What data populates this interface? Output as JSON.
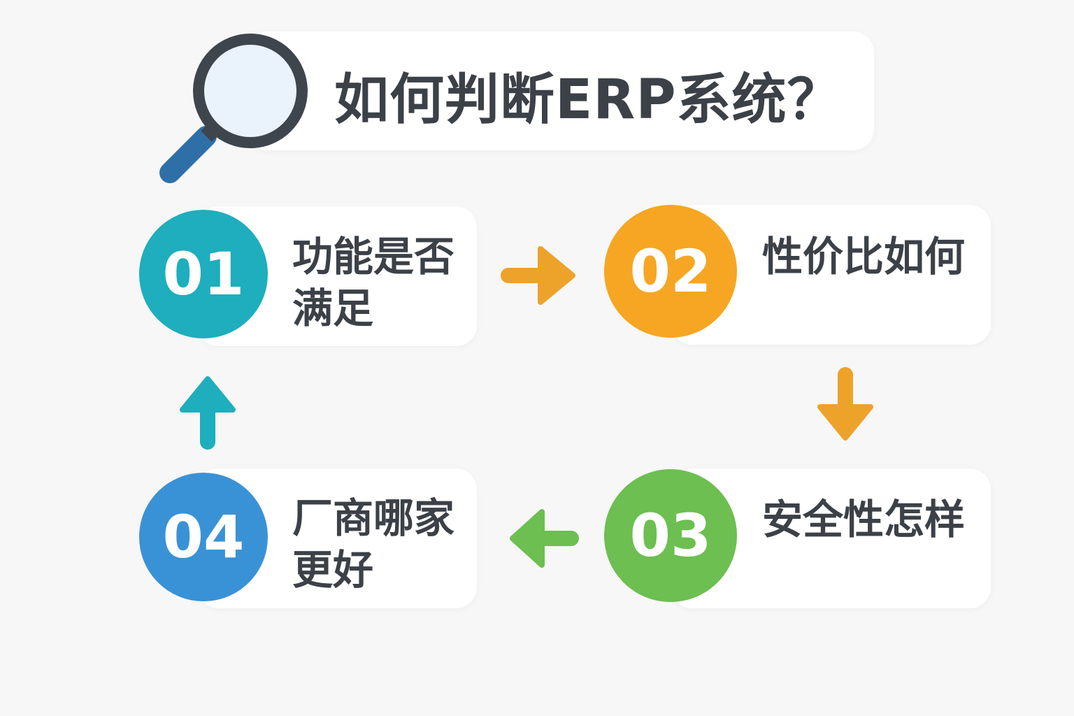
{
  "title": "如何判断ERP系统？",
  "steps": [
    {
      "number": "01",
      "label": "功能是否满足",
      "color": "#1eaebd"
    },
    {
      "number": "02",
      "label": "性价比如何",
      "color": "#f6a623"
    },
    {
      "number": "03",
      "label": "安全性怎样",
      "color": "#6cbf50"
    },
    {
      "number": "04",
      "label": "厂商哪家更好",
      "color": "#3a92d6"
    }
  ],
  "icons": {
    "title": "magnifier-icon"
  }
}
